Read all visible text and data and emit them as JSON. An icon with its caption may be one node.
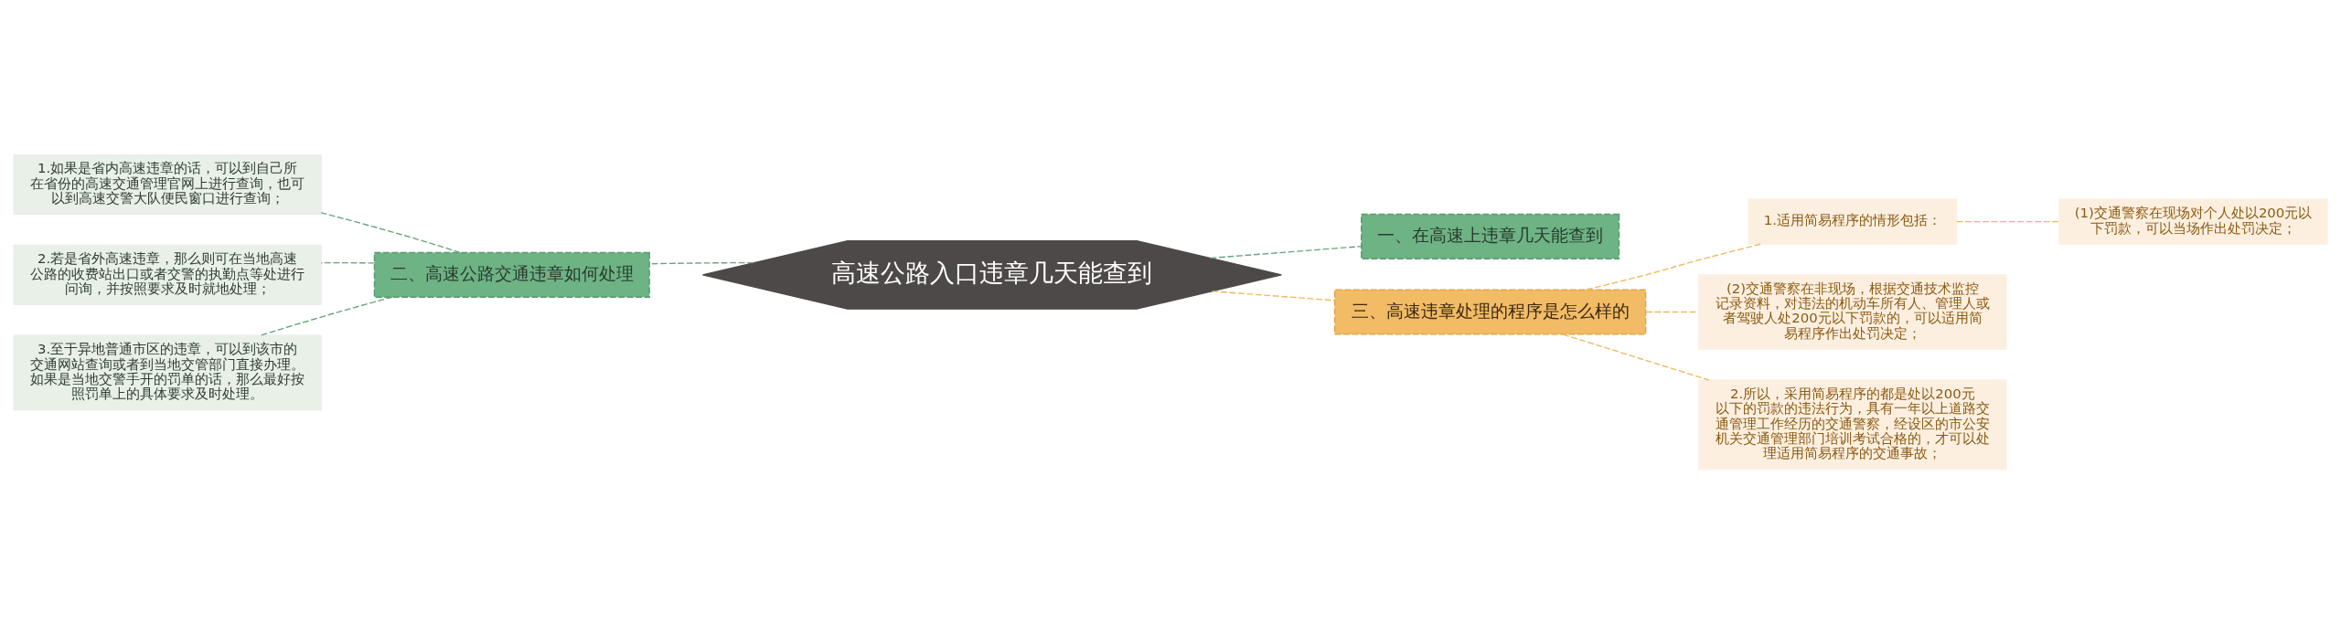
{
  "diagram": {
    "nodes": [
      {
        "text": [
          "高速公路入口违章几天能查到"
        ]
      },
      {
        "text": [
          "一、在高速上违章几天能查到"
        ]
      },
      {
        "text": [
          "二、高速公路交通违章如何处理"
        ]
      },
      {
        "text": [
          "三、高速违章处理的程序是怎么样的"
        ]
      },
      {
        "text": [
          "1.如果是省内高速违章的话，可以到自己所在省份的高速交通管理官网上进行查询，也可以到高速交警大队便民窗口进行查询；"
        ]
      },
      {
        "text": [
          "2.若是省外高速违章，那么则可在当地高速公路的收费站出口或者交警的执勤点等处进行问询，并按照要求及时就地处理；"
        ]
      },
      {
        "text": [
          "3.至于异地普通市区的违章，可以到该市的交通网站查询或者到当地交管部门直接办理。如果是当地交警手开的罚单的话，那么最好按照罚单上的具体要求及时处理。"
        ]
      },
      {
        "text": [
          "1.适用简易程序的情形包括："
        ]
      },
      {
        "text": [
          "(1)交通警察在现场对个人处以200元以下罚款，可以当场作出处罚决定；"
        ]
      },
      {
        "text": [
          "(2)交通警察在非现场，根据交通技术监控记录资料，对违法的机动车所有人、管理人或者驾驶人处200元以下罚款的，可以适用简易程序作出处罚决定；"
        ]
      },
      {
        "text": [
          "2.所以，采用简易程序的都是处以200元以下的罚款的违法行为，具有一年以上道路交通管理工作经历的交通警察，经设区的市公安机关交通管理部门培训考试合格的，才可以处理适用简易程序的交通事故；"
        ]
      }
    ],
    "edges": [
      {
        "from": 0,
        "to": 1,
        "arrow": "none",
        "style": "dashed",
        "color": "#6aa37c"
      },
      {
        "from": 0,
        "to": 2,
        "arrow": "none",
        "style": "dashed",
        "color": "#6aa37c"
      },
      {
        "from": 0,
        "to": 3,
        "arrow": "none",
        "style": "dashed",
        "color": "#f0b860"
      },
      {
        "from": 2,
        "to": 4,
        "arrow": "none",
        "style": "dashed",
        "color": "#6aa37c"
      },
      {
        "from": 2,
        "to": 5,
        "arrow": "none",
        "style": "dashed",
        "color": "#6aa37c"
      },
      {
        "from": 2,
        "to": 6,
        "arrow": "none",
        "style": "dashed",
        "color": "#6aa37c"
      },
      {
        "from": 3,
        "to": 7,
        "arrow": "none",
        "style": "dashed",
        "color": "#f0b860"
      },
      {
        "from": 7,
        "to": 8,
        "arrow": "none",
        "style": "dashed",
        "color": "#f0b860"
      },
      {
        "from": 3,
        "to": 9,
        "arrow": "none",
        "style": "dashed",
        "color": "#f0b860"
      },
      {
        "from": 3,
        "to": 10,
        "arrow": "none",
        "style": "dashed",
        "color": "#f0b860"
      }
    ]
  }
}
